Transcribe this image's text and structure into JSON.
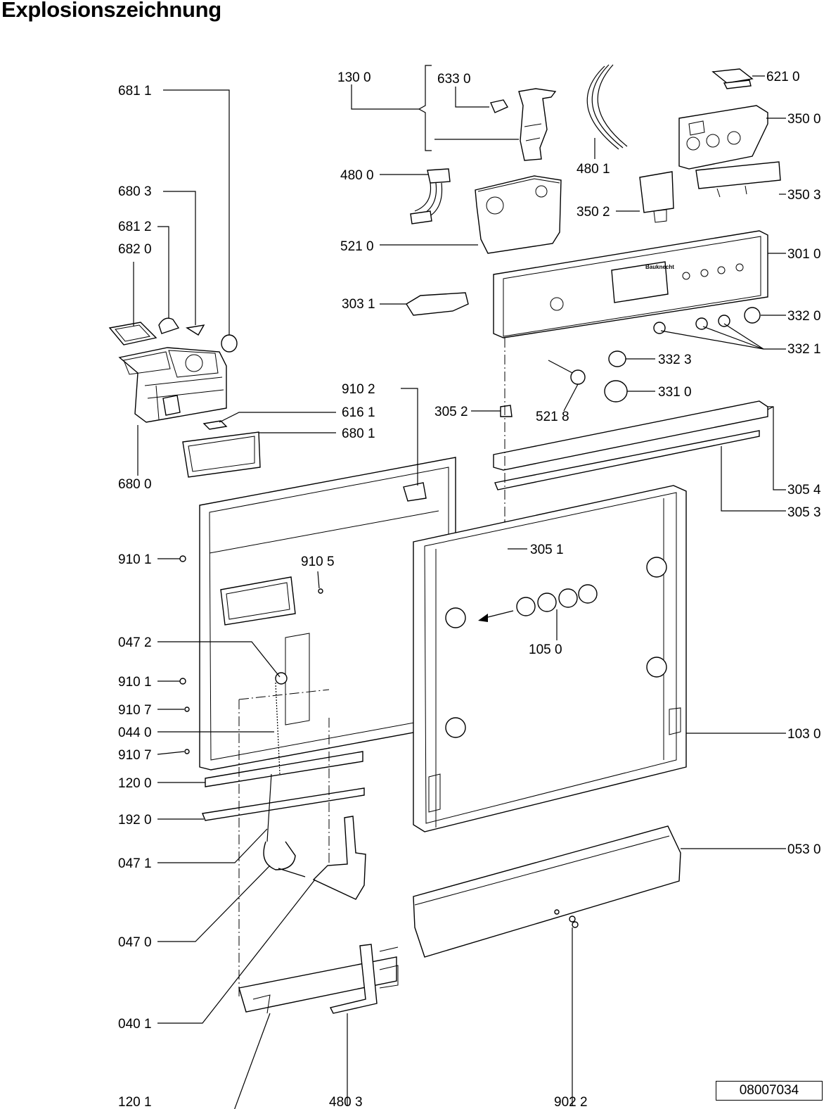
{
  "title": "Explosionszeichnung",
  "document_number": "08007034",
  "brand_on_panel": "Bauknecht",
  "parts": {
    "p6811": "681 1",
    "p6803": "680 3",
    "p6812": "681 2",
    "p6820": "682 0",
    "p6161": "616 1",
    "p6801": "680 1",
    "p6800": "680 0",
    "p1300": "130 0",
    "p6330": "633 0",
    "p4801": "480 1",
    "p6210": "621 0",
    "p3500": "350 0",
    "p4800": "480 0",
    "p3502": "350 2",
    "p3503": "350 3",
    "p5210": "521 0",
    "p3010": "301 0",
    "p3031": "303 1",
    "p3320": "332 0",
    "p3321": "332 1",
    "p3323": "332 3",
    "p3310": "331 0",
    "p9102": "910 2",
    "p3052": "305 2",
    "p5218": "521 8",
    "p3054": "305 4",
    "p3053": "305 3",
    "p3051": "305 1",
    "p9101a": "910 1",
    "p9105": "910 5",
    "p1050": "105 0",
    "p0472": "047 2",
    "p9101b": "910 1",
    "p9107a": "910 7",
    "p0440": "044 0",
    "p9107b": "910 7",
    "p1030": "103 0",
    "p1200": "120 0",
    "p1920": "192 0",
    "p0471": "047 1",
    "p0530": "053 0",
    "p0470": "047 0",
    "p0401": "040 1",
    "p1201": "120 1",
    "p4803": "480 3",
    "p9022": "902 2"
  }
}
